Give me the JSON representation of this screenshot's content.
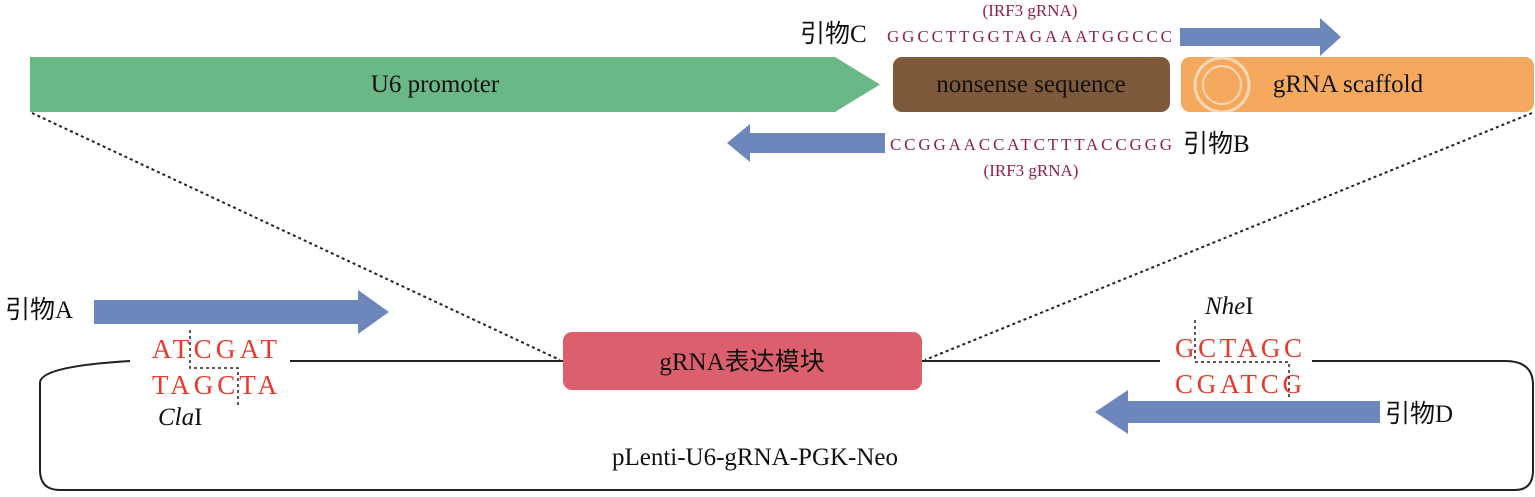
{
  "top_construct": {
    "promoter": "U6 promoter",
    "nonsense": "nonsense sequence",
    "scaffold": "gRNA scaffold",
    "primer_c": {
      "label": "引物C",
      "sequence": "GGCCTTGGTAGAAATGGCCC",
      "note": "(IRF3 gRNA)"
    },
    "primer_b": {
      "label": "引物B",
      "sequence": "CCGGAACCATCTTTACCGGG",
      "note": "(IRF3 gRNA)"
    }
  },
  "plasmid": {
    "name": "pLenti-U6-gRNA-PGK-Neo",
    "module": "gRNA表达模块",
    "primer_a": "引物A",
    "primer_d": "引物D",
    "cla": {
      "top": "ATCGAT",
      "bottom": "TAGCTA",
      "enzyme_italic": "Cla",
      "enzyme_suffix": "I"
    },
    "nhe": {
      "top": "GCTAGC",
      "bottom": "CGATCG",
      "enzyme_italic": "Nhe",
      "enzyme_suffix": "I"
    }
  },
  "colors": {
    "promoter": "#69b886",
    "nonsense": "#7f5a3a",
    "scaffold": "#f5a95e",
    "primer_arrow": "#6d87bd",
    "module": "#dc5f6d",
    "sites": "#e8392b",
    "gRNA_seq": "#8b2252"
  }
}
